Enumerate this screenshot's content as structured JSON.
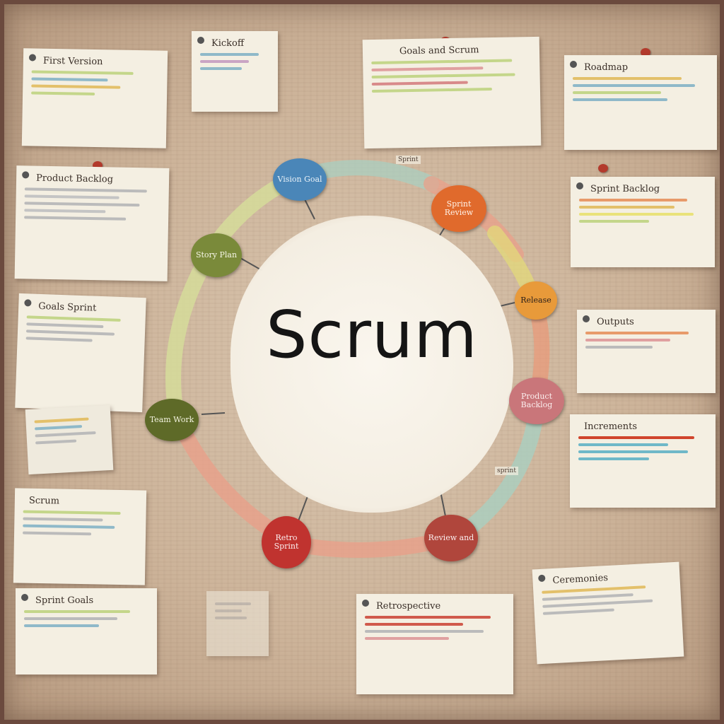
{
  "center": {
    "title": "Scrum"
  },
  "colors": {
    "blue": "#4a86b8",
    "orange": "#e06a2c",
    "amber": "#e89a3a",
    "rose": "#c9767a",
    "red": "#b0463c",
    "crimson": "#c0332f",
    "olive": "#5e6a28",
    "green": "#7a8a3a"
  },
  "nodes": [
    {
      "label": "Vision Goal"
    },
    {
      "label": "Sprint Review"
    },
    {
      "label": "Release"
    },
    {
      "label": "Product Backlog"
    },
    {
      "label": "Review and"
    },
    {
      "label": "Retro Sprint"
    },
    {
      "label": "Team Work"
    },
    {
      "label": "Story Plan"
    }
  ],
  "tags": {
    "top": "Sprint",
    "right": "sprint"
  },
  "notes": [
    {
      "title": "First Version"
    },
    {
      "title": "Kickoff"
    },
    {
      "title": "Goals and Scrum"
    },
    {
      "title": "Roadmap"
    },
    {
      "title": "Product Backlog"
    },
    {
      "title": "Sprint Backlog"
    },
    {
      "title": "Goals Sprint"
    },
    {
      "title": "Outputs"
    },
    {
      "title": "Scrum"
    },
    {
      "title": "Increments"
    },
    {
      "title": "Sprint Goals"
    },
    {
      "title": "Retrospective"
    },
    {
      "title": "Ceremonies"
    },
    {
      "title": "Release Plan"
    }
  ]
}
